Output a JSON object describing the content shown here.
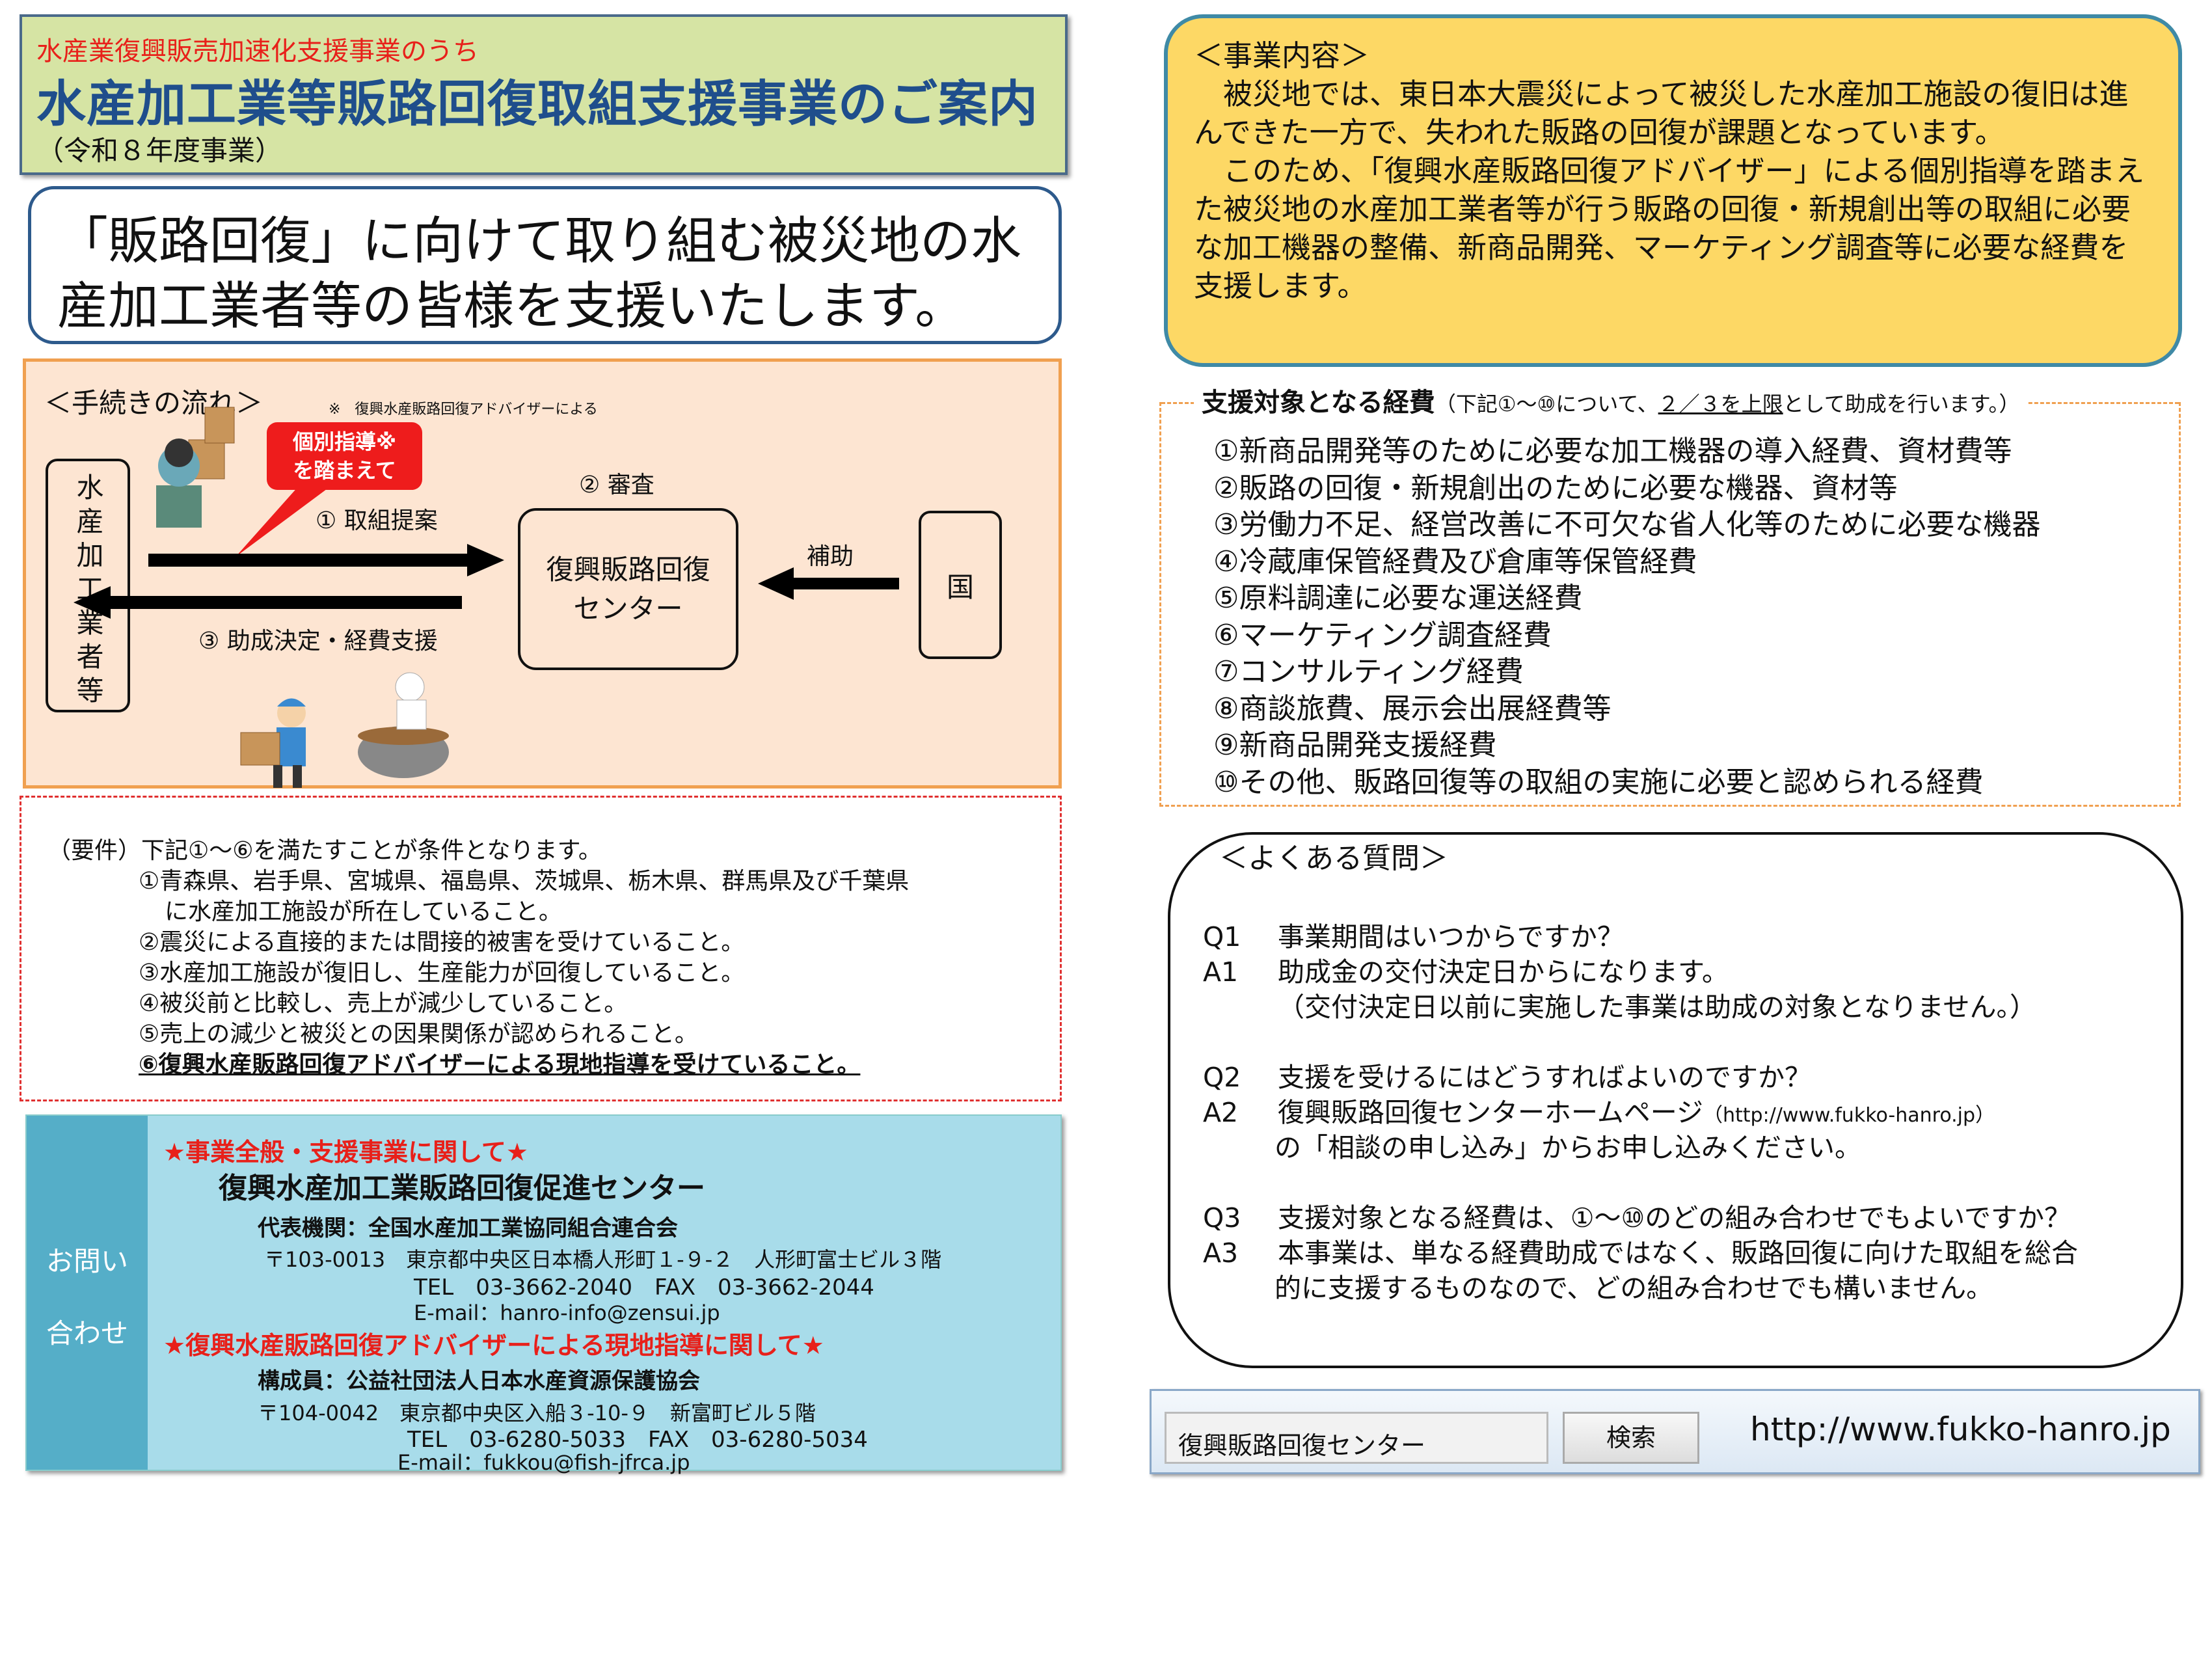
{
  "title": {
    "subtitle": "水産業復興販売加速化支援事業のうち",
    "main": "水産加工業等販路回復取組支援事業のご案内",
    "year": "（令和８年度事業）"
  },
  "headline": "「販路回復」に向けて取り組む被災地の水産加工業者等の皆様を支援いたします。",
  "flow": {
    "heading": "＜手続きの流れ＞",
    "note": "※　復興水産販路回復アドバイザーによる",
    "callout": "個別指導※\nを踏まえて",
    "callout_l1": "個別指導※",
    "callout_l2": "を踏まえて",
    "actor": "水産加工業者等",
    "step1": "① 取組提案",
    "step2": "② 審査",
    "step3": "③ 助成決定・経費支援",
    "center_l1": "復興販路回復",
    "center_l2": "センター",
    "subsidy": "補助",
    "country": "国"
  },
  "requirements": {
    "intro": "（要件）下記①～⑥を満たすことが条件となります。",
    "items": [
      "①青森県、岩手県、宮城県、福島県、茨城県、栃木県、群馬県及び千葉県",
      "に水産加工施設が所在していること。",
      "②震災による直接的または間接的被害を受けていること。",
      "③水産加工施設が復旧し、生産能力が回復していること。",
      "④被災前と比較し、売上が減少していること。",
      "⑤売上の減少と被災との因果関係が認められること。",
      "⑥復興水産販路回復アドバイザーによる現地指導を受けていること。"
    ]
  },
  "contact": {
    "side_l1": "お問い",
    "side_l2": "合わせ",
    "sec1": {
      "heading": "★事業全般・支援事業に関して★",
      "org": "復興水産加工業販路回復促進センター",
      "rep": "代表機関：全国水産加工業協同組合連合会",
      "addr": "〒103-0013　東京都中央区日本橋人形町１-９-２　人形町富士ビル３階",
      "tel": "TEL　03-3662-2040　FAX　03-3662-2044",
      "email": "E-mail：hanro-info@zensui.jp"
    },
    "sec2": {
      "heading": "★復興水産販路回復アドバイザーによる現地指導に関して★",
      "rep": "構成員：公益社団法人日本水産資源保護協会",
      "addr": "〒104-0042　東京都中央区入船３-10-９　新富町ビル５階",
      "tel": "TEL　03-6280-5033　FAX　03-6280-5034",
      "email": "E-mail：fukkou@fish-jfrca.jp"
    }
  },
  "business": {
    "heading": "＜事業内容＞",
    "p1": "　被災地では、東日本大震災によって被災した水産加工施設の復旧は進んできた一方で、失われた販路の回復が課題となっています。",
    "p2": "　このため、「復興水産販路回復アドバイザー」による個別指導を踏まえた被災地の水産加工業者等が行う販路の回復・新規創出等の取組に必要な加工機器の整備、新商品開発、マーケティング調査等に必要な経費を支援します。"
  },
  "expenses": {
    "heading": "支援対象となる経費",
    "note_pre": "（下記①～⑩について、",
    "note_u": "２／３を上限",
    "note_post": "として助成を行います。）",
    "items": [
      "①新商品開発等のために必要な加工機器の導入経費、資材費等",
      "②販路の回復・新規創出のために必要な機器、資材等",
      "③労働力不足、経営改善に不可欠な省人化等のために必要な機器",
      "④冷蔵庫保管経費及び倉庫等保管経費",
      "⑤原料調達に必要な運送経費",
      "⑥マーケティング調査経費",
      "⑦コンサルティング経費",
      "⑧商談旅費、展示会出展経費等",
      "⑨新商品開発支援経費",
      "⑩その他、販路回復等の取組の実施に必要と認められる経費"
    ]
  },
  "faq": {
    "heading": "＜よくある質問＞",
    "items": [
      {
        "q_label": "Q1",
        "q": "事業期間はいつからですか？",
        "a_label": "A1",
        "a": "助成金の交付決定日からになります。",
        "a2": "（交付決定日以前に実施した事業は助成の対象となりません。）"
      },
      {
        "q_label": "Q2",
        "q": "支援を受けるにはどうすればよいのですか？",
        "a_label": "A2",
        "a": "復興販路回復センターホームページ",
        "a_url": "（http://www.fukko-hanro.jp）",
        "a2": "の「相談の申し込み」からお申し込みください。"
      },
      {
        "q_label": "Q3",
        "q": "支援対象となる経費は、①～⑩のどの組み合わせでもよいですか？",
        "a_label": "A3",
        "a": "本事業は、単なる経費助成ではなく、販路回復に向けた取組を総合",
        "a2": "的に支援するものなので、どの組み合わせでも構いません。"
      }
    ]
  },
  "search": {
    "value": "復興販路回復センター",
    "button": "検索",
    "url": "http://www.fukko-hanro.jp"
  },
  "colors": {
    "title_bg": "#d6e4a4",
    "title_text": "#1f4e8c",
    "accent_red": "#e8201a",
    "flow_bg": "#fde5d2",
    "business_bg": "#fdd865",
    "contact_bg": "#a8dcea"
  }
}
